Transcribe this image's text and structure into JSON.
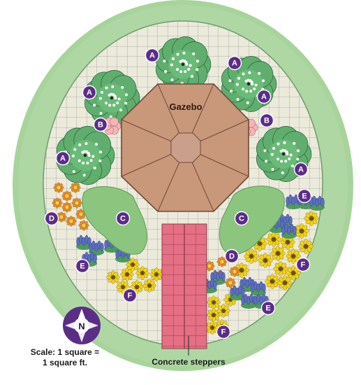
{
  "title": "Gazebo",
  "compass": {
    "letter": "N",
    "accent": "#5a2d86"
  },
  "scale": {
    "line1": "Scale: 1 square =",
    "line2": "1 square ft."
  },
  "steppers_label": "Concrete steppers",
  "plant_markers": [
    "A",
    "A",
    "A",
    "A",
    "A",
    "A",
    "B",
    "B",
    "C",
    "C",
    "D",
    "D",
    "E",
    "E",
    "E",
    "F",
    "F",
    "F"
  ],
  "colors": {
    "lawn": "#a9d39a",
    "bed": "#ecebdc",
    "grid": "#9aa0a0",
    "gazebo": "#c8977b",
    "shrub": "#5fae6e",
    "mound": "#8cc57e",
    "pavers": "#e06c80",
    "marker": "#5b2c88",
    "yellow_flower": "#f2d21b",
    "blue_flower": "#5d6fc1",
    "orange_flower": "#e98a2c"
  }
}
